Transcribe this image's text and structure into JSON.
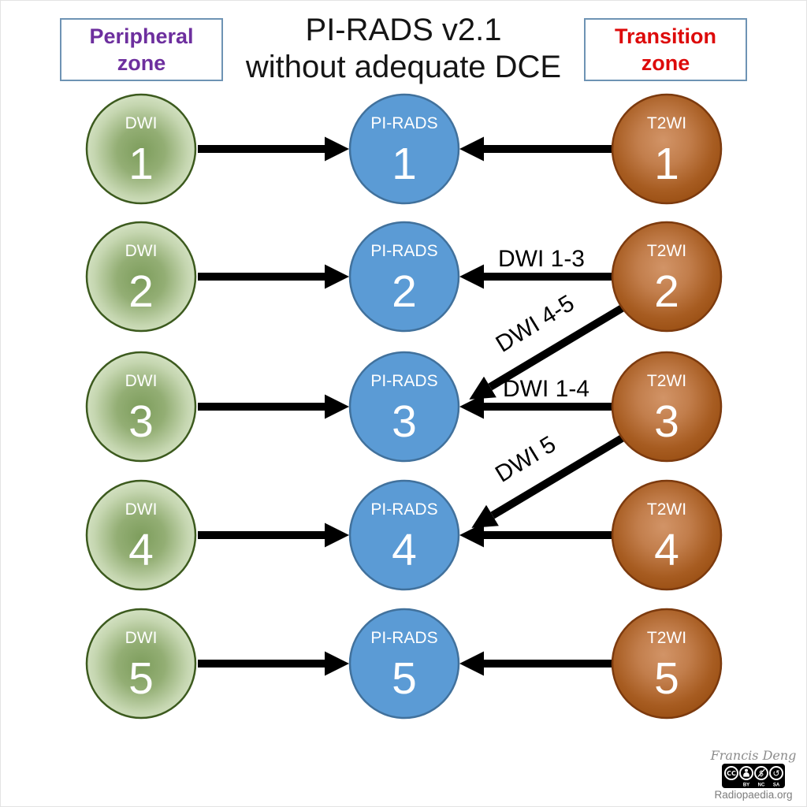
{
  "title": {
    "line1": "PI-RADS v2.1",
    "line2": "without adequate DCE"
  },
  "zone_boxes": {
    "peripheral": {
      "line1": "Peripheral",
      "line2": "zone"
    },
    "transition": {
      "line1": "Transition",
      "line2": "zone"
    }
  },
  "nodes": {
    "peripheral": [
      {
        "modality": "DWI",
        "score": "1"
      },
      {
        "modality": "DWI",
        "score": "2"
      },
      {
        "modality": "DWI",
        "score": "3"
      },
      {
        "modality": "DWI",
        "score": "4"
      },
      {
        "modality": "DWI",
        "score": "5"
      }
    ],
    "pirads": [
      {
        "modality": "PI-RADS",
        "score": "1"
      },
      {
        "modality": "PI-RADS",
        "score": "2"
      },
      {
        "modality": "PI-RADS",
        "score": "3"
      },
      {
        "modality": "PI-RADS",
        "score": "4"
      },
      {
        "modality": "PI-RADS",
        "score": "5"
      }
    ],
    "transition": [
      {
        "modality": "T2WI",
        "score": "1"
      },
      {
        "modality": "T2WI",
        "score": "2"
      },
      {
        "modality": "T2WI",
        "score": "3"
      },
      {
        "modality": "T2WI",
        "score": "4"
      },
      {
        "modality": "T2WI",
        "score": "5"
      }
    ]
  },
  "arrow_labels": {
    "t2wi2_to_pirads2": "DWI 1-3",
    "t2wi2_to_pirads3": "DWI 4-5",
    "t2wi3_to_pirads3": "DWI 1-4",
    "t2wi3_to_pirads4": "DWI 5"
  },
  "credit": {
    "author": "Francis Deng",
    "cc_label": "CC",
    "by_label": "BY",
    "nc_label": "NC",
    "sa_label": "SA",
    "nc_glyph": "$",
    "sa_glyph": "↺",
    "source": "Radiopaedia.org"
  },
  "colors": {
    "peripheral_text": "#6d2f9e",
    "transition_text": "#dd0a0a",
    "peripheral_fill": "#8fae70",
    "pirads_fill": "#5b9bd5",
    "transition_fill": "#b06a33",
    "box_border": "#6e93b4",
    "arrow": "#000000"
  }
}
